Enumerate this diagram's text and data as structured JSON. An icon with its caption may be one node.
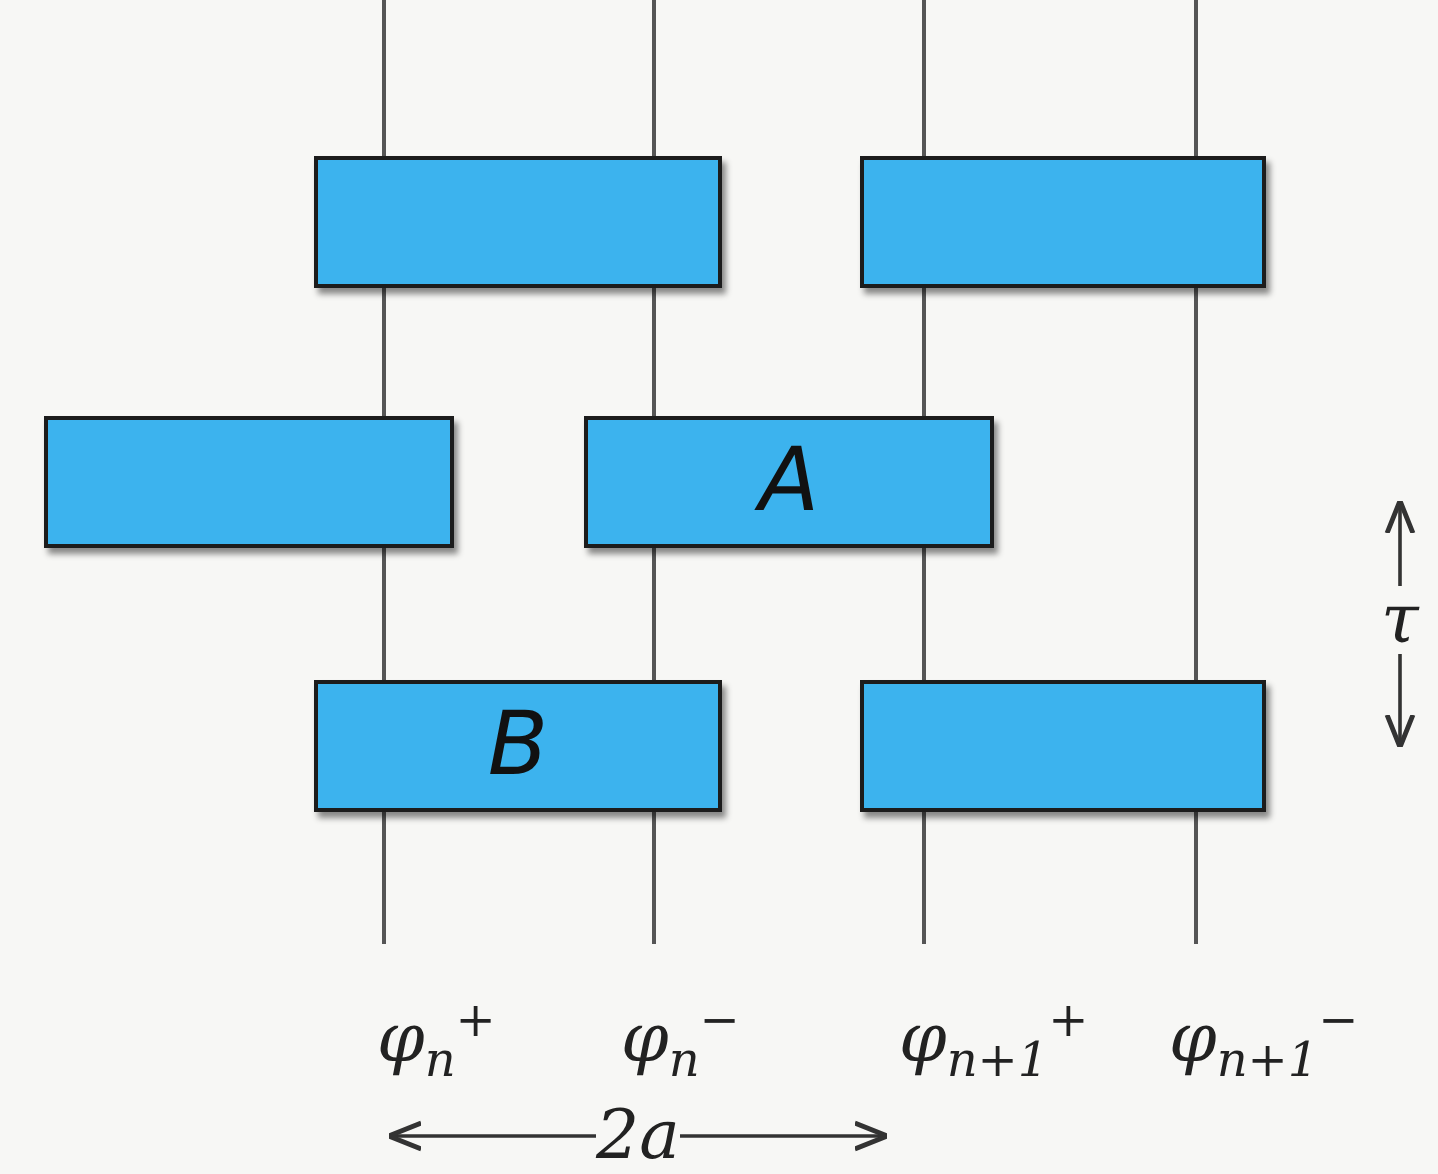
{
  "diagram": {
    "nodes": [
      {
        "text": [],
        "shape": "box"
      },
      {
        "text": [],
        "shape": "box"
      },
      {
        "text": [],
        "shape": "box"
      },
      {
        "text": [
          "A"
        ]
      },
      {
        "text": [
          "B"
        ]
      },
      {
        "text": [],
        "shape": "box"
      }
    ],
    "edges": [],
    "labels": [
      "τ",
      "φ$_{n}$$^{+}$",
      "φ$_{n}$$^{−}$",
      "φ$_{n+1}$$^{+}$",
      "φ$_{n+1}$$^{−}$",
      "2a"
    ]
  }
}
